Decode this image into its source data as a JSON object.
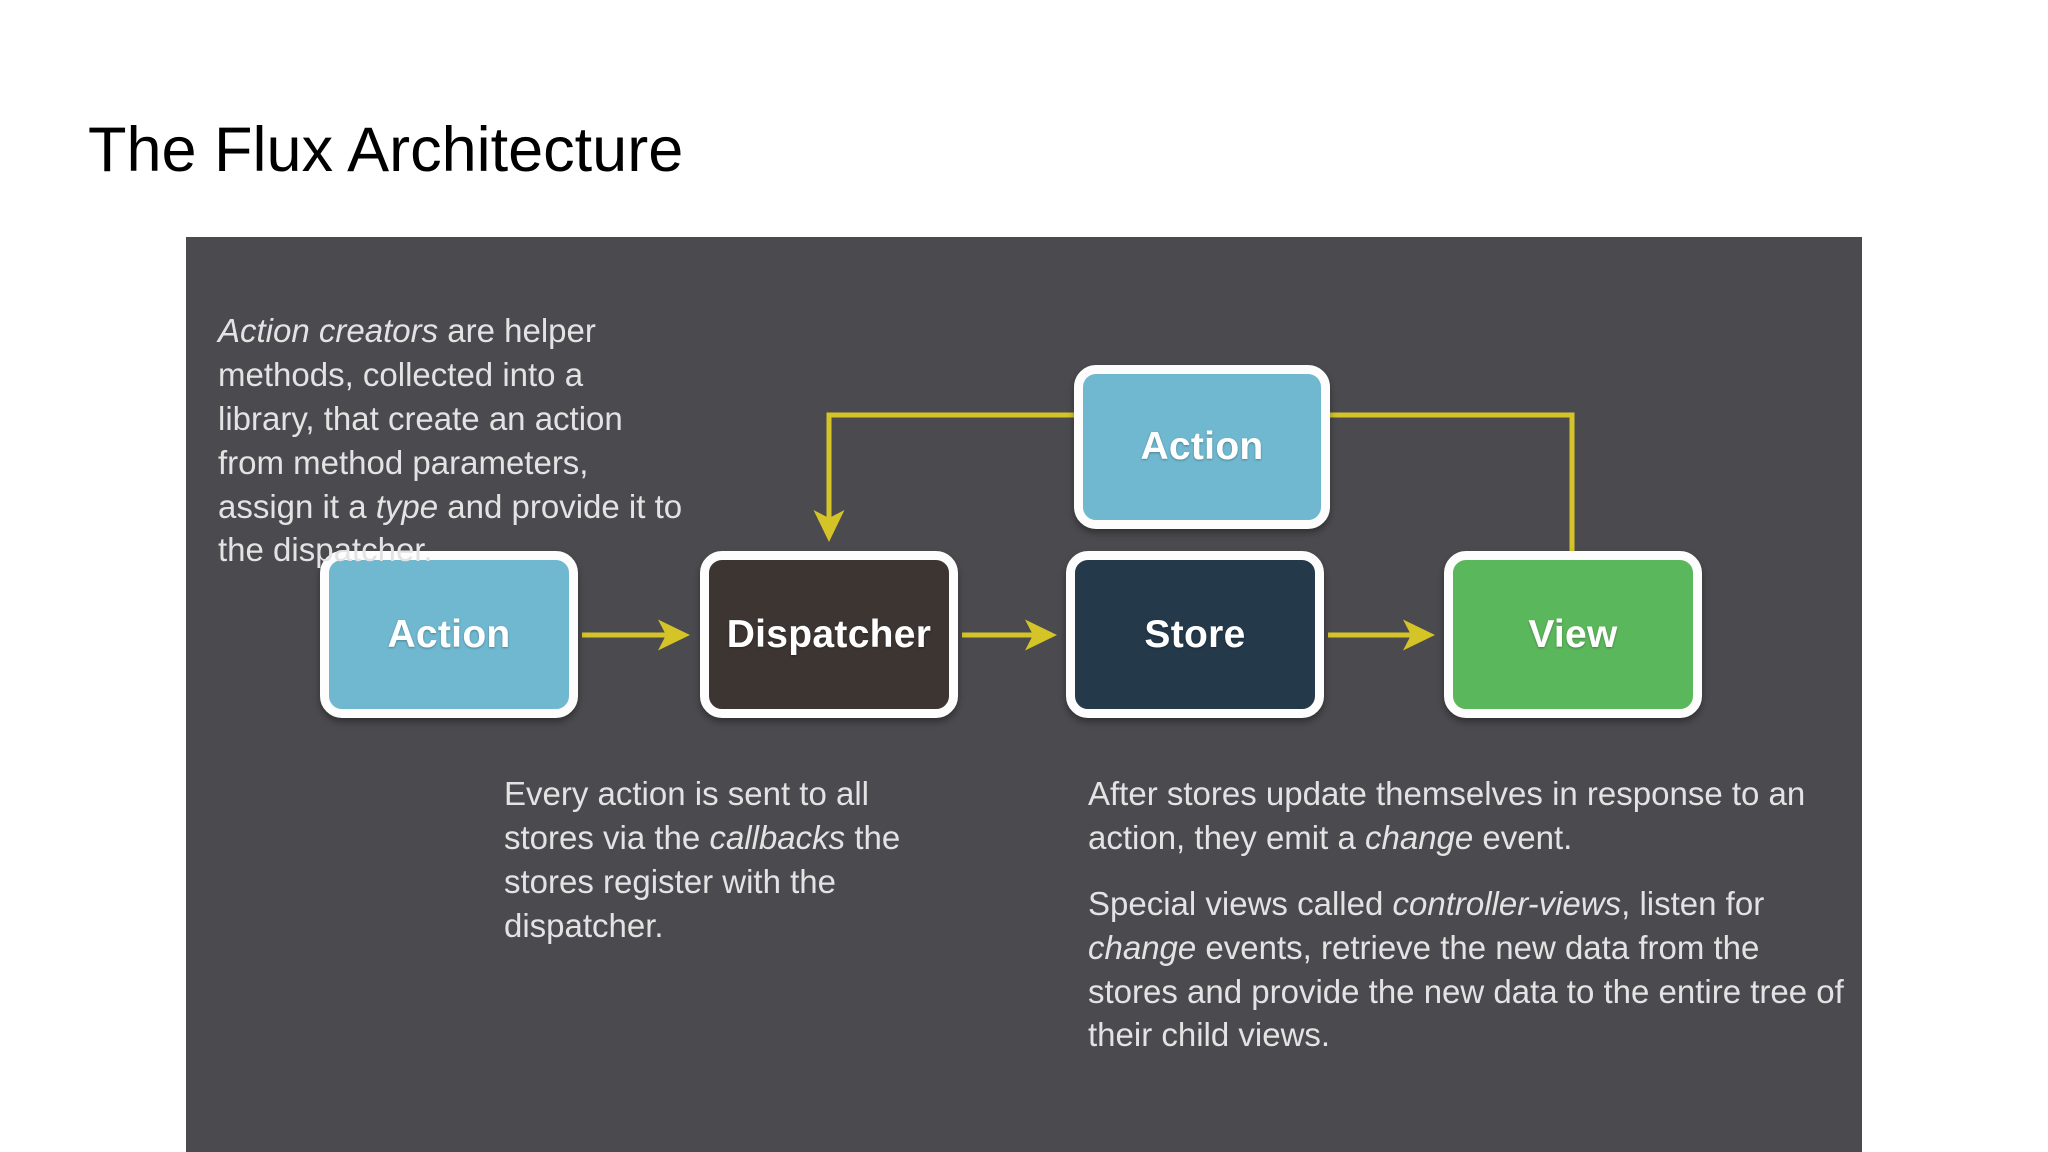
{
  "slide": {
    "title": "The Flux Architecture",
    "background_color": "#ffffff",
    "title_color": "#000000"
  },
  "diagram": {
    "panel_color": "#4b4b4f",
    "connector_color": "#d4c428",
    "node_border_color": "#fdfdfd",
    "nodes": [
      {
        "id": "action-top",
        "label": "Action",
        "color": "#6fb8d0"
      },
      {
        "id": "action-left",
        "label": "Action",
        "color": "#6fb8d0"
      },
      {
        "id": "dispatcher",
        "label": "Dispatcher",
        "color": "#3c3532"
      },
      {
        "id": "store",
        "label": "Store",
        "color": "#24394a"
      },
      {
        "id": "view",
        "label": "View",
        "color": "#5bb75b"
      }
    ],
    "flow_edges": [
      {
        "from": "action-left",
        "to": "dispatcher",
        "arrow": true
      },
      {
        "from": "dispatcher",
        "to": "store",
        "arrow": true
      },
      {
        "from": "store",
        "to": "view",
        "arrow": true
      },
      {
        "from": "action-top",
        "to": "dispatcher",
        "arrow": true
      },
      {
        "from": "action-top",
        "to": "view",
        "arrow": false
      }
    ],
    "text_blocks": {
      "action_creators": {
        "full_text": "Action creators are helper methods, collected into a library, that create an action from method parameters, assign it a type and provide it to the dispatcher.",
        "emphasis_1": "Action creators",
        "run_1": " are helper methods, collected into a library, that create an action from method parameters, assign it a ",
        "emphasis_2": "type",
        "run_2": " and provide it to the dispatcher."
      },
      "dispatcher_note": {
        "full_text": "Every action is sent to all stores via the callbacks the stores register with the dispatcher.",
        "run_1": "Every action is sent to all stores via the ",
        "emphasis_1": "callbacks",
        "run_2": " the stores register with the dispatcher."
      },
      "store_note_1": {
        "full_text": "After stores update themselves in response to an action, they emit a change event.",
        "run_1": "After stores update themselves in response to an action, they emit a ",
        "emphasis_1": "change",
        "run_2": " event."
      },
      "store_note_2": {
        "full_text": "Special views called controller-views, listen for change events, retrieve the new data from the stores and provide the new data to the entire tree of their child views.",
        "run_1": "Special views called ",
        "emphasis_1": "controller-views",
        "run_2": ", listen for ",
        "emphasis_2": "change",
        "run_3": " events, retrieve the new data from the stores and provide the new data to the entire tree of their child views."
      }
    }
  }
}
